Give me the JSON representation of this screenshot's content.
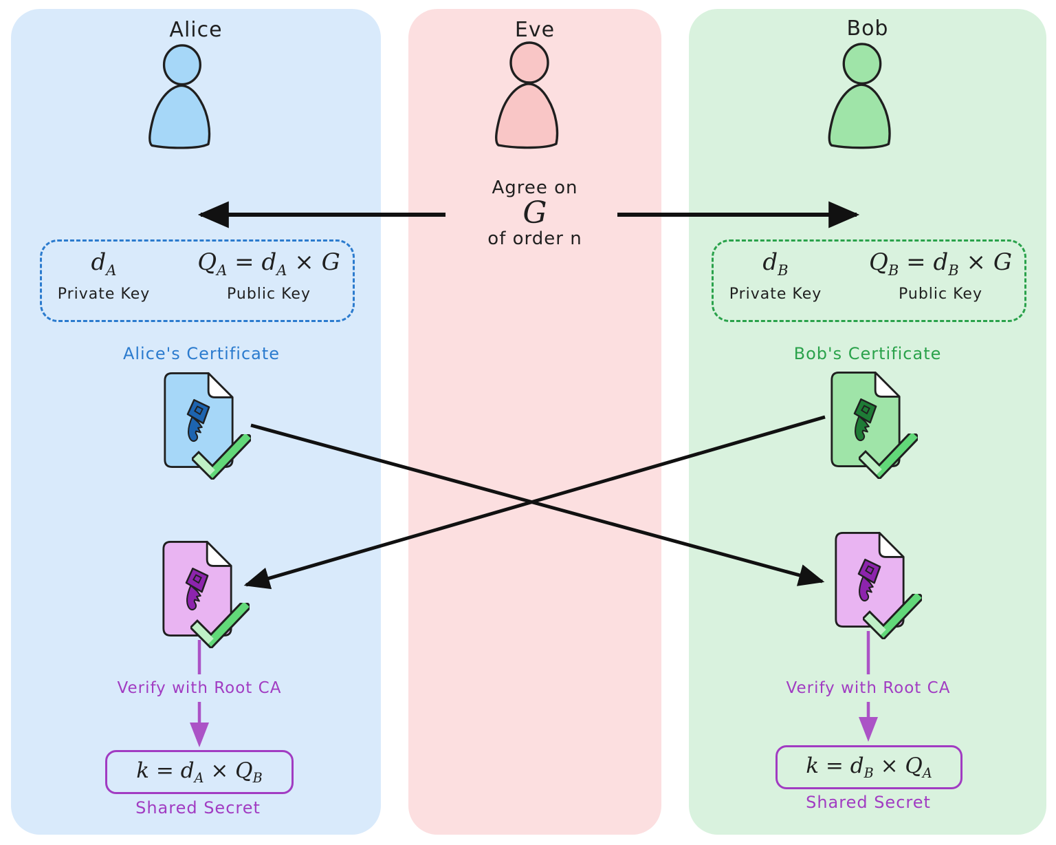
{
  "colors": {
    "alice-bg": "#d9eafb",
    "alice-fill": "#a6d7f8",
    "alice-accent": "#2b7bce",
    "eve-bg": "#fcdfe0",
    "eve-fill": "#f9c6c6",
    "bob-bg": "#d9f2de",
    "bob-fill": "#9fe4a8",
    "bob-accent": "#2aa24b",
    "purple": "#a13cc2",
    "purple-line": "#ab53c6",
    "purple-doc": "#e9b4f2",
    "purple-key": "#8d24ad",
    "blue-key": "#1d64b0",
    "green-key": "#1e7c36",
    "check-green": "#62d879",
    "check-light": "#bff0c6",
    "ink": "#1f1f1f"
  },
  "alice": {
    "name": "Alice",
    "keybox": {
      "private_formula": [
        {
          "t": "d",
          "sub": "A"
        }
      ],
      "private_label": "Private Key",
      "public_formula": [
        {
          "t": "Q",
          "sub": "A"
        },
        {
          "t": " = "
        },
        {
          "t": "d",
          "sub": "A"
        },
        {
          "t": " × "
        },
        {
          "t": "G"
        }
      ],
      "public_label": "Public Key"
    },
    "certificate_label": "Alice's Certificate",
    "verify_label": "Verify with Root CA",
    "shared_formula": [
      {
        "t": "k = "
      },
      {
        "t": "d",
        "sub": "A"
      },
      {
        "t": " × "
      },
      {
        "t": "Q",
        "sub": "B"
      }
    ],
    "shared_label": "Shared Secret"
  },
  "eve": {
    "name": "Eve",
    "agree_line1": "Agree on",
    "agree_formula": [
      {
        "t": "G"
      }
    ],
    "agree_line3": "of order n"
  },
  "bob": {
    "name": "Bob",
    "keybox": {
      "private_formula": [
        {
          "t": "d",
          "sub": "B"
        }
      ],
      "private_label": "Private Key",
      "public_formula": [
        {
          "t": "Q",
          "sub": "B"
        },
        {
          "t": " = "
        },
        {
          "t": "d",
          "sub": "B"
        },
        {
          "t": " × "
        },
        {
          "t": "G"
        }
      ],
      "public_label": "Public Key"
    },
    "certificate_label": "Bob's Certificate",
    "verify_label": "Verify with Root CA",
    "shared_formula": [
      {
        "t": "k = "
      },
      {
        "t": "d",
        "sub": "B"
      },
      {
        "t": " × "
      },
      {
        "t": "Q",
        "sub": "A"
      }
    ],
    "shared_label": "Shared Secret"
  }
}
